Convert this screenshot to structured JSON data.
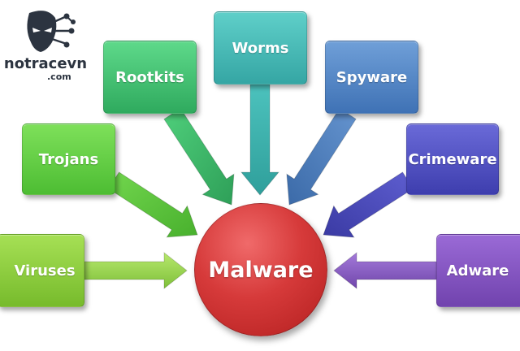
{
  "logo": {
    "name": "notracevn",
    "domain": ".com"
  },
  "center": {
    "label": "Malware",
    "color": "#d63a3a"
  },
  "categories": [
    {
      "id": "worms",
      "label": "Worms",
      "color": "#3fb1ad"
    },
    {
      "id": "rootkits",
      "label": "Rootkits",
      "color": "#3bb467"
    },
    {
      "id": "spyware",
      "label": "Spyware",
      "color": "#4a7fbf"
    },
    {
      "id": "trojans",
      "label": "Trojans",
      "color": "#5bc63c"
    },
    {
      "id": "crimeware",
      "label": "Crimeware",
      "color": "#4848b8"
    },
    {
      "id": "viruses",
      "label": "Viruses",
      "color": "#86c73a"
    },
    {
      "id": "adware",
      "label": "Adware",
      "color": "#7b4cb8"
    }
  ]
}
